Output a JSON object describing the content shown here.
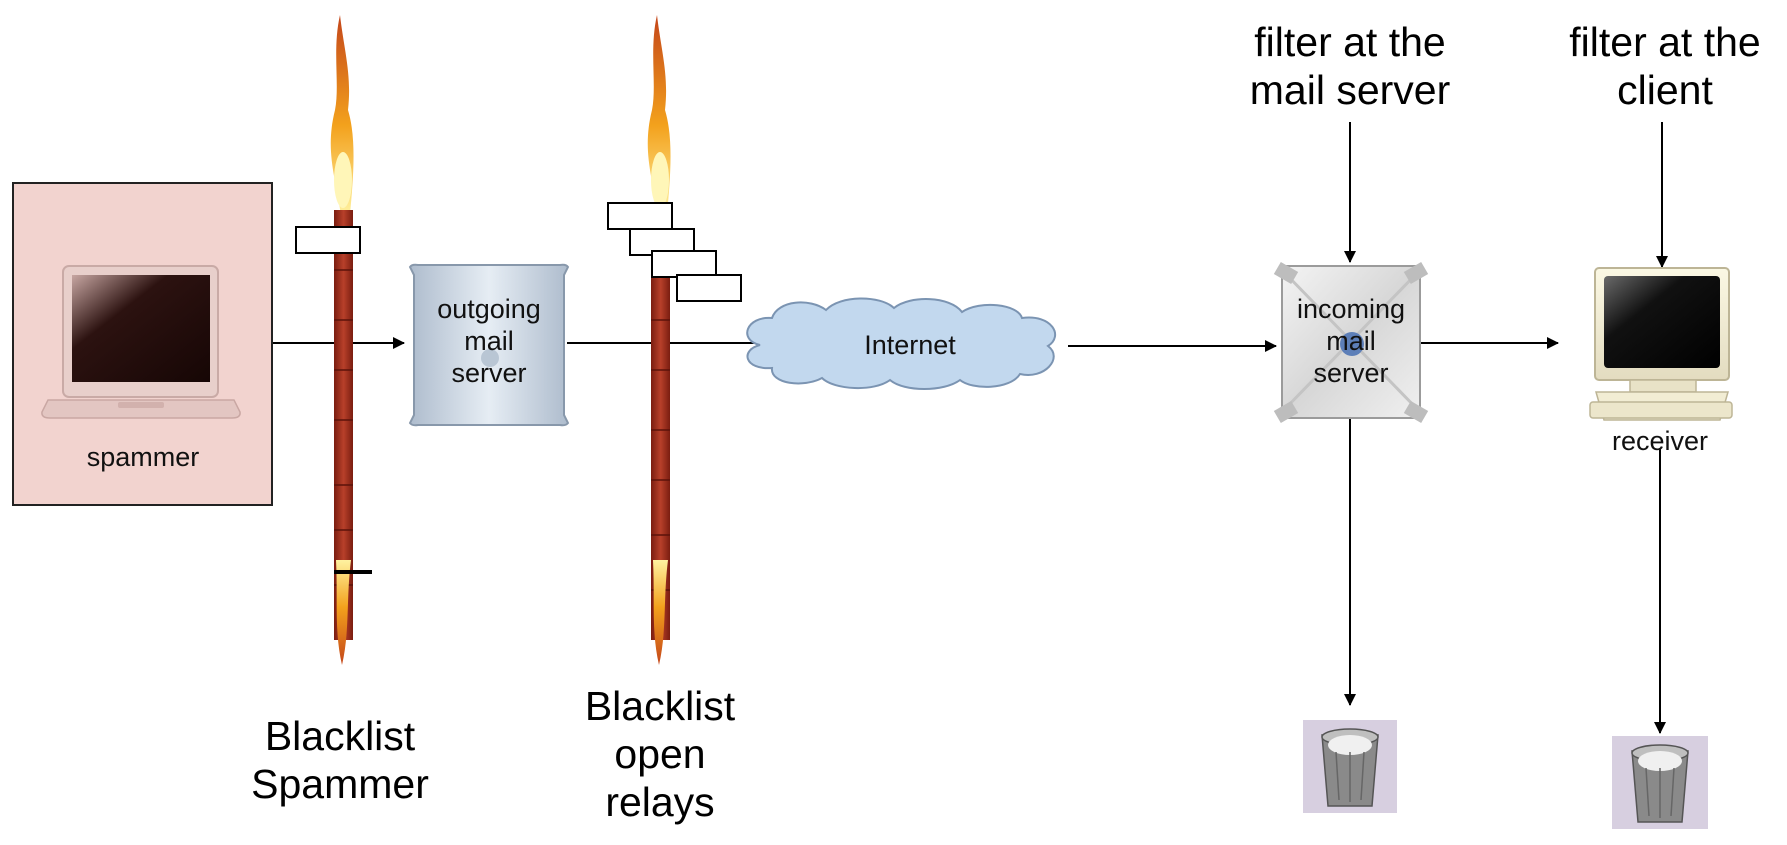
{
  "nodes": {
    "spammer": "spammer",
    "outgoing_server": [
      "outgoing",
      "mail",
      "server"
    ],
    "internet": "Internet",
    "incoming_server": [
      "incoming",
      "mail",
      "server"
    ],
    "receiver": "receiver"
  },
  "labels": {
    "blacklist_spammer": [
      "Blacklist",
      "Spammer"
    ],
    "blacklist_relays": [
      "Blacklist",
      "open",
      "relays"
    ],
    "filter_server": [
      "filter at the",
      "mail server"
    ],
    "filter_client": [
      "filter at the",
      "client"
    ]
  },
  "colors": {
    "spammer_box": "#f2d3cf",
    "server_body": "#d6dfe9",
    "cloud": "#c2d8ee",
    "firewall_brick": "#9c2a1a",
    "trash_bg": "#d7cfe0"
  },
  "icons": [
    "laptop-icon",
    "firewall-icon",
    "server-icon",
    "cloud-icon",
    "monitor-icon",
    "trash-icon"
  ]
}
